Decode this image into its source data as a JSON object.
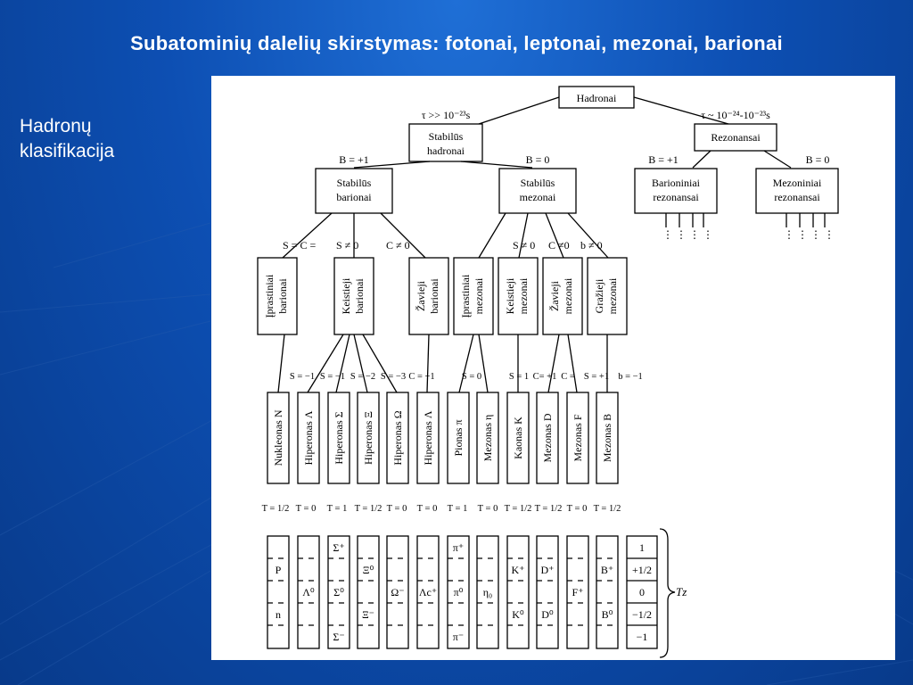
{
  "slide": {
    "title": "Subatominių dalelių skirstymas: fotonai, leptonai, mezonai, barionai",
    "side_label_line1": "Hadronų",
    "side_label_line2": "klasifikacija"
  },
  "diagram": {
    "root": "Hadronai",
    "level1": [
      {
        "label1": "Stabilūs",
        "label2": "hadronai",
        "note": "τ >> 10⁻²³s"
      },
      {
        "label1": "Rezonansai",
        "label2": "",
        "note": "τ ~ 10⁻²⁴-10⁻²³s"
      }
    ],
    "level2": [
      {
        "label1": "Stabilūs",
        "label2": "barionai",
        "note": "B = +1"
      },
      {
        "label1": "Stabilūs",
        "label2": "mezonai",
        "note": "B = 0"
      },
      {
        "label1": "Barioniniai",
        "label2": "rezonansai",
        "note": "B = +1"
      },
      {
        "label1": "Mezoniniai",
        "label2": "rezonansai",
        "note": "B = 0"
      }
    ],
    "level3_conditions": [
      "S = C =",
      "S ≠ 0",
      "C ≠ 0",
      "S ≠ 0",
      "C ≠0",
      "b ≠ 0"
    ],
    "level3": [
      {
        "label1": "Įprastiniai",
        "label2": "barionai"
      },
      {
        "label1": "Keistieji",
        "label2": "barionai"
      },
      {
        "label1": "Žavieji",
        "label2": "barionai"
      },
      {
        "label1": "Įprastiniai",
        "label2": "mezonai"
      },
      {
        "label1": "Keistieji",
        "label2": "mezonai"
      },
      {
        "label1": "Žavieji",
        "label2": "mezonai"
      },
      {
        "label1": "Gražieji",
        "label2": "mezonai"
      }
    ],
    "quantum_numbers": [
      "S = −1",
      "S = −1",
      "S = −2",
      "S = −3",
      "C = +1",
      "S = 0",
      "S = 1",
      "C= +1",
      "C =",
      "S = +1",
      "b = −1"
    ],
    "particles": [
      "Nukleonas N",
      "Hiperonas Λ",
      "Hiperonas Σ",
      "Hiperonas Ξ",
      "Hiperonas Ω",
      "Hiperonas Λ",
      "Pionas π",
      "Mezonas η",
      "Kaonas K",
      "Mezonas D",
      "Mezonas F",
      "Mezonas B"
    ],
    "isospin": [
      "T = 1/2",
      "T = 0",
      "T = 1",
      "T = 1/2",
      "T = 0",
      "T = 0",
      "T = 1",
      "T = 0",
      "T = 1/2",
      "T = 1/2",
      "T = 0",
      "T = 1/2"
    ],
    "tz_values": [
      "1",
      "+1/2",
      "0",
      "−1/2",
      "−1"
    ],
    "tz_label": "Tz",
    "states": [
      [
        "",
        "P",
        "",
        "n",
        ""
      ],
      [
        "",
        "",
        "Λ⁰",
        "",
        ""
      ],
      [
        "Σ⁺",
        "",
        "Σ⁰",
        "",
        "Σ⁻"
      ],
      [
        "",
        "Ξ⁰",
        "",
        "Ξ⁻",
        ""
      ],
      [
        "",
        "",
        "Ω⁻",
        "",
        ""
      ],
      [
        "",
        "",
        "Λc⁺",
        "",
        ""
      ],
      [
        "π⁺",
        "",
        "π⁰",
        "",
        "π⁻"
      ],
      [
        "",
        "",
        "η₀",
        "",
        ""
      ],
      [
        "",
        "K⁺",
        "",
        "K⁰",
        ""
      ],
      [
        "",
        "D⁺",
        "",
        "D⁰",
        ""
      ],
      [
        "",
        "",
        "F⁺",
        "",
        ""
      ],
      [
        "",
        "B⁺",
        "",
        "B⁰",
        ""
      ]
    ],
    "resonance_dots": "⋮  ⋮  ⋮  ⋮"
  }
}
